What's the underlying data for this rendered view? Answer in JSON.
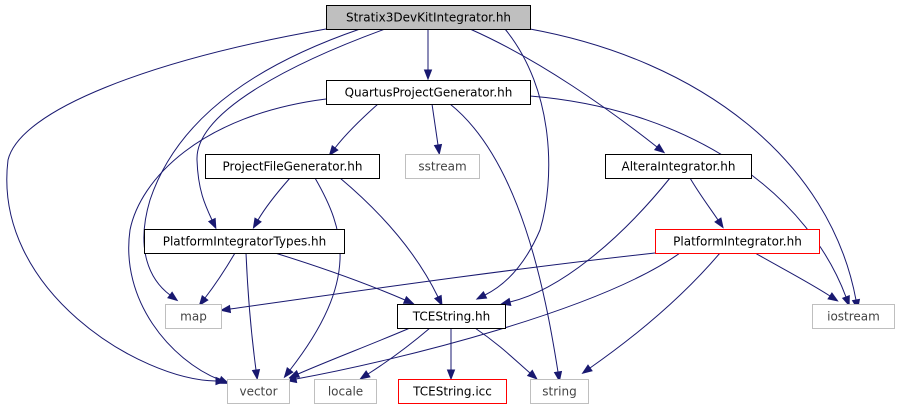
{
  "colors": {
    "edge": "#191970",
    "root_fill": "#bfbfbf",
    "documented_border": "#000000",
    "system_border": "#bfbfbf",
    "undocumented_border": "#ff0000"
  },
  "nodes": {
    "stratix3": {
      "label": "Stratix3DevKitIntegrator.hh",
      "kind": "root"
    },
    "quartus": {
      "label": "QuartusProjectGenerator.hh",
      "kind": "documented"
    },
    "projectfile": {
      "label": "ProjectFileGenerator.hh",
      "kind": "documented"
    },
    "sstream": {
      "label": "sstream",
      "kind": "system"
    },
    "altera": {
      "label": "AlteraIntegrator.hh",
      "kind": "documented"
    },
    "pitypes": {
      "label": "PlatformIntegratorTypes.hh",
      "kind": "documented"
    },
    "pintegrator": {
      "label": "PlatformIntegrator.hh",
      "kind": "undocumented"
    },
    "map": {
      "label": "map",
      "kind": "system"
    },
    "tcestring": {
      "label": "TCEString.hh",
      "kind": "documented"
    },
    "iostream": {
      "label": "iostream",
      "kind": "system"
    },
    "vector": {
      "label": "vector",
      "kind": "system"
    },
    "locale": {
      "label": "locale",
      "kind": "system"
    },
    "tceicc": {
      "label": "TCEString.icc",
      "kind": "undocumented"
    },
    "string": {
      "label": "string",
      "kind": "system"
    }
  },
  "edges": [
    [
      "stratix3",
      "quartus"
    ],
    [
      "stratix3",
      "altera"
    ],
    [
      "stratix3",
      "pitypes"
    ],
    [
      "stratix3",
      "map"
    ],
    [
      "stratix3",
      "tcestring"
    ],
    [
      "stratix3",
      "iostream"
    ],
    [
      "stratix3",
      "vector"
    ],
    [
      "quartus",
      "projectfile"
    ],
    [
      "quartus",
      "sstream"
    ],
    [
      "quartus",
      "string"
    ],
    [
      "quartus",
      "iostream"
    ],
    [
      "quartus",
      "vector"
    ],
    [
      "projectfile",
      "pitypes"
    ],
    [
      "projectfile",
      "tcestring"
    ],
    [
      "projectfile",
      "vector"
    ],
    [
      "altera",
      "pintegrator"
    ],
    [
      "altera",
      "tcestring"
    ],
    [
      "pitypes",
      "map"
    ],
    [
      "pitypes",
      "tcestring"
    ],
    [
      "pitypes",
      "vector"
    ],
    [
      "pintegrator",
      "map"
    ],
    [
      "pintegrator",
      "iostream"
    ],
    [
      "pintegrator",
      "vector"
    ],
    [
      "pintegrator",
      "string"
    ],
    [
      "tcestring",
      "vector"
    ],
    [
      "tcestring",
      "locale"
    ],
    [
      "tcestring",
      "tceicc"
    ],
    [
      "tcestring",
      "string"
    ]
  ]
}
